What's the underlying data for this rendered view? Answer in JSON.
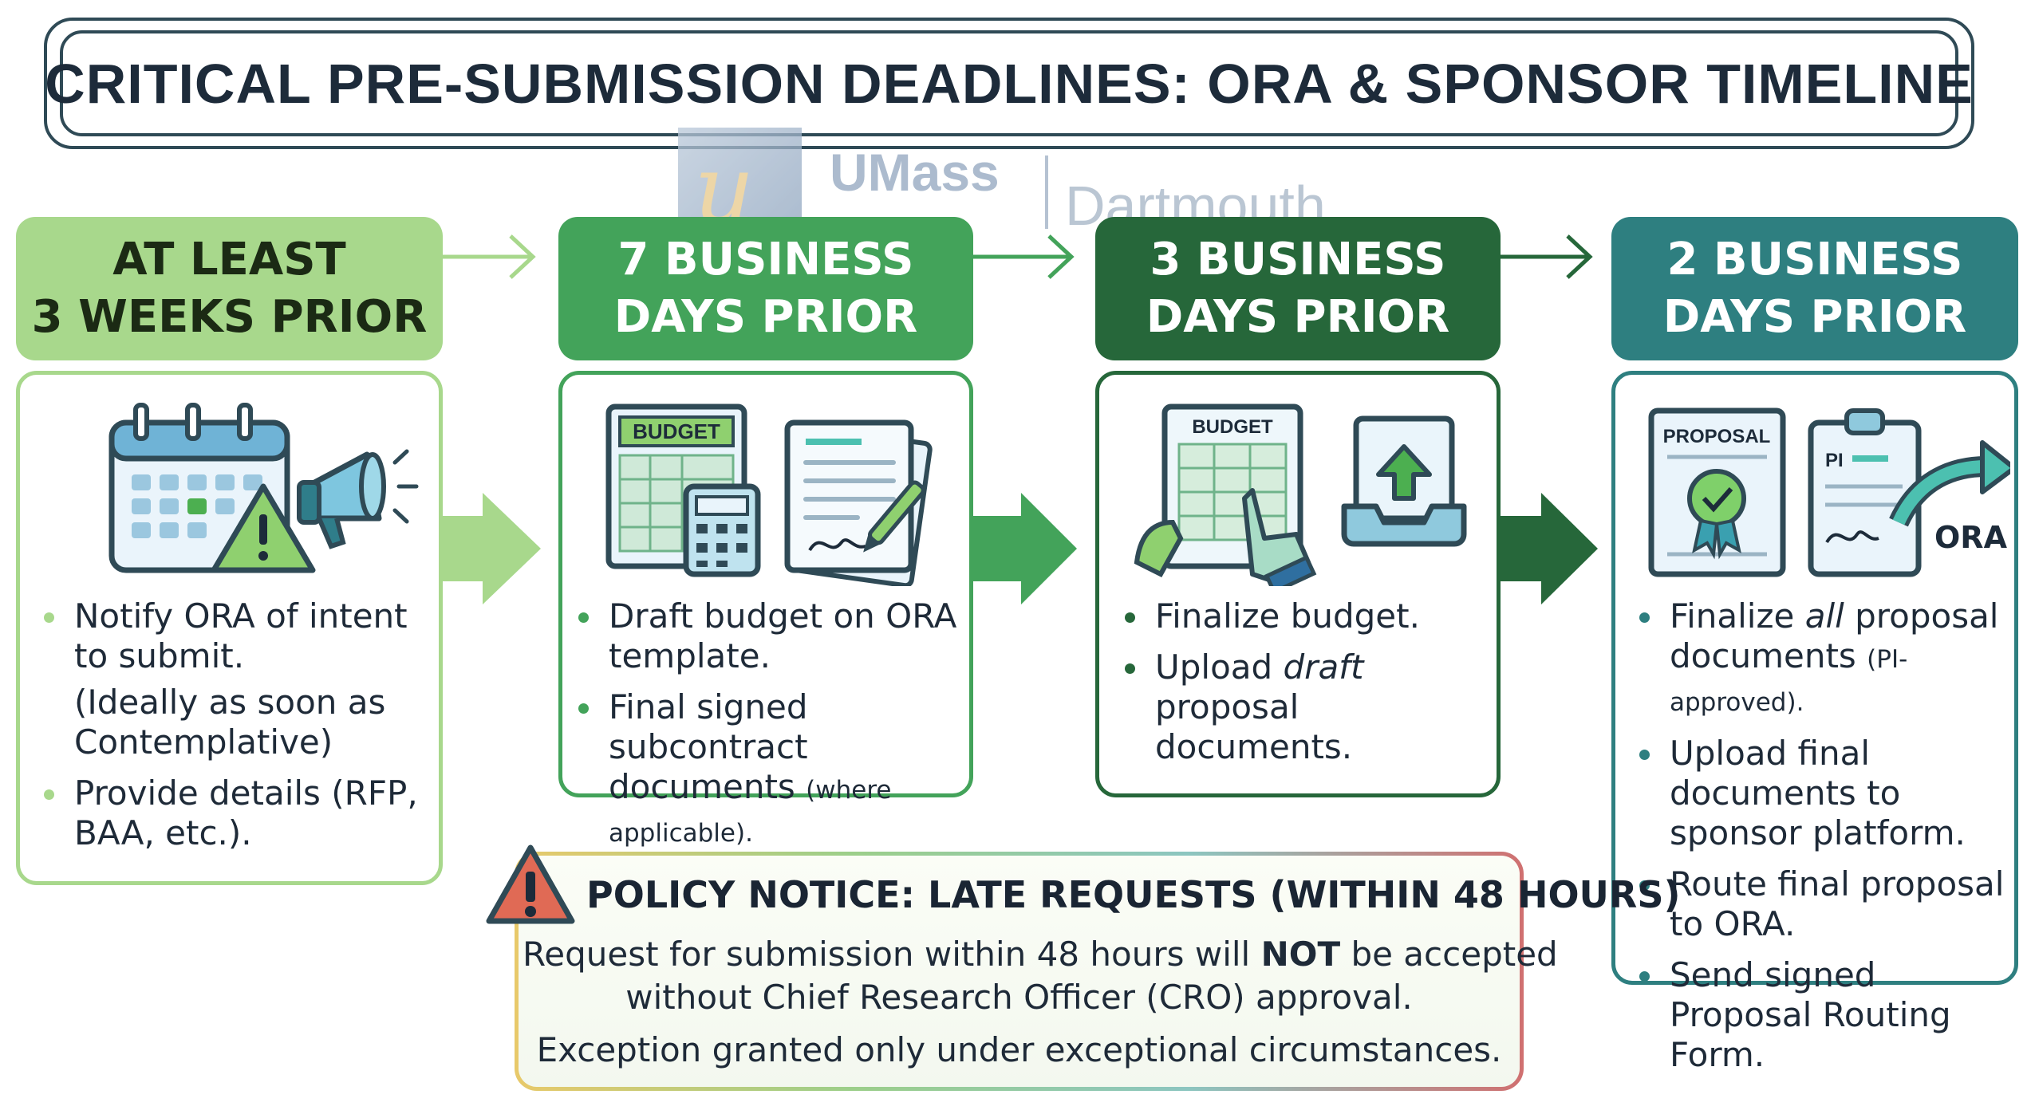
{
  "title": "CRITICAL PRE-SUBMISSION DEADLINES: ORA & SPONSOR TIMELINE",
  "watermark": {
    "org": "UMass",
    "campus": "Dartmouth",
    "mark": "u"
  },
  "colors": {
    "stage1": "#a8d88c",
    "stage2": "#43a35a",
    "stage3": "#26673a",
    "stage4": "#2e7f80",
    "alert": "#d9534f"
  },
  "stages": [
    {
      "header_line1": "AT LEAST",
      "header_line2": "3 WEEKS PRIOR",
      "icons": [
        "calendar-icon",
        "warning-icon",
        "megaphone-icon"
      ],
      "bullets": [
        {
          "text": "Notify ORA of intent to submit.",
          "sub": "(Ideally as soon as Contemplative)"
        },
        {
          "text": "Provide details (RFP, BAA, etc.)."
        }
      ]
    },
    {
      "header_line1": "7 BUSINESS",
      "header_line2": "DAYS PRIOR",
      "icons": [
        "budget-calculator-icon",
        "signed-document-icon"
      ],
      "icon_label": "BUDGET",
      "bullets": [
        {
          "text": "Draft budget on ORA template."
        },
        {
          "text": "Final signed subcontract documents",
          "small": "(where applicable)."
        }
      ]
    },
    {
      "header_line1": "3 BUSINESS",
      "header_line2": "DAYS PRIOR",
      "icons": [
        "budget-sheet-hand-icon",
        "upload-tray-icon"
      ],
      "icon_label": "BUDGET",
      "bullets": [
        {
          "text": "Finalize budget."
        },
        {
          "pre": "Upload ",
          "em": "draft",
          "post": " proposal documents."
        }
      ]
    },
    {
      "header_line1": "2 BUSINESS",
      "header_line2": "DAYS PRIOR",
      "icons": [
        "proposal-certificate-icon",
        "pi-clipboard-icon",
        "curved-arrow-icon"
      ],
      "icon_label_1": "PROPOSAL",
      "icon_label_2": "PI",
      "icon_label_3": "ORA",
      "bullets": [
        {
          "pre": "Finalize ",
          "em": "all",
          "post": " proposal documents",
          "small": "(PI-approved)."
        },
        {
          "text": "Upload final documents to sponsor platform."
        },
        {
          "text": "Route final proposal to ORA."
        },
        {
          "text": "Send signed Proposal Routing Form."
        }
      ]
    }
  ],
  "policy": {
    "heading": "POLICY NOTICE: LATE REQUESTS (WITHIN 48 HOURS)",
    "line1_pre": "Request for submission within 48 hours will ",
    "line1_strong": "NOT",
    "line1_post": " be accepted",
    "line2": "without Chief Research Officer (CRO) approval.",
    "line3": "Exception granted only under exceptional circumstances."
  }
}
